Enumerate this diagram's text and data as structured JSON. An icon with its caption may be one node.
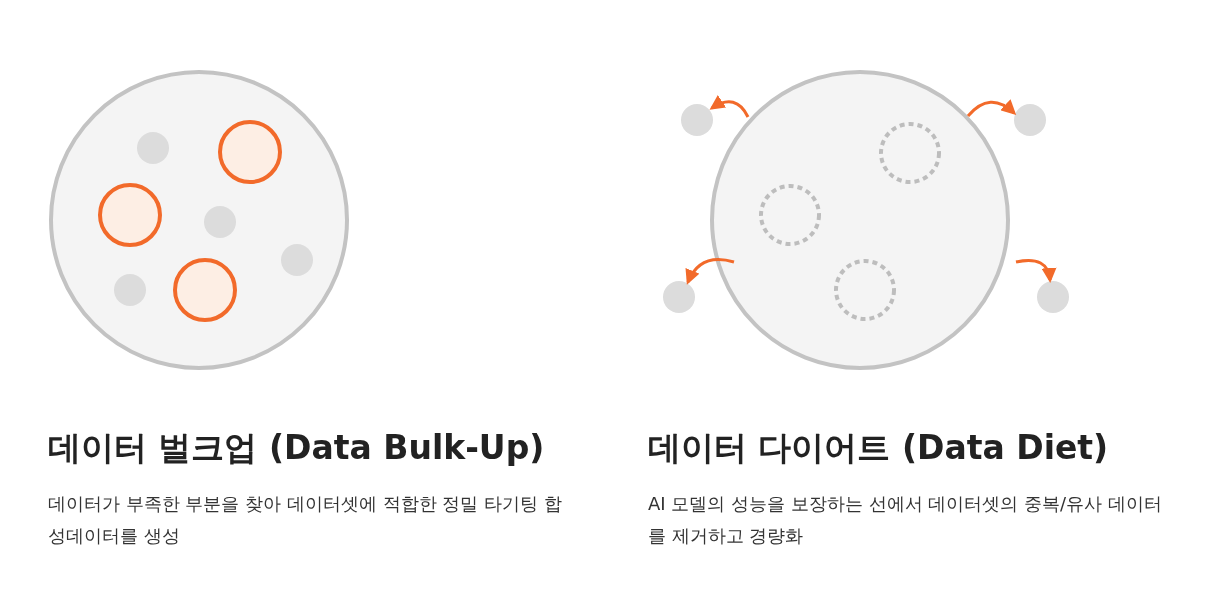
{
  "diagram": {
    "nodes": [
      {
        "text": [],
        "shape": "circle"
      },
      {
        "text": [],
        "shape": "circle"
      },
      {
        "text": [],
        "shape": "circle"
      },
      {
        "text": [],
        "shape": "circle"
      },
      {
        "text": [],
        "shape": "circle"
      }
    ],
    "edges": [
      {
        "from": 0,
        "to": 1,
        "arrow": "to"
      },
      {
        "from": 0,
        "to": 2,
        "arrow": "to"
      },
      {
        "from": 0,
        "to": 3,
        "arrow": "to"
      },
      {
        "from": 0,
        "to": 4,
        "arrow": "to"
      }
    ],
    "labels": [
      "데이터 벌크업 (Data Bulk-Up)",
      "데이터가 부족한 부분을 찾아 데이터셋에 적합한 정밀 타기팅 합성데이터를 생성",
      "데이터 다이어트 (Data Diet)",
      "AI 모델의 성능을 보장하는 선에서 데이터셋의 중복/유사 데이터를 제거하고 경량화"
    ]
  }
}
